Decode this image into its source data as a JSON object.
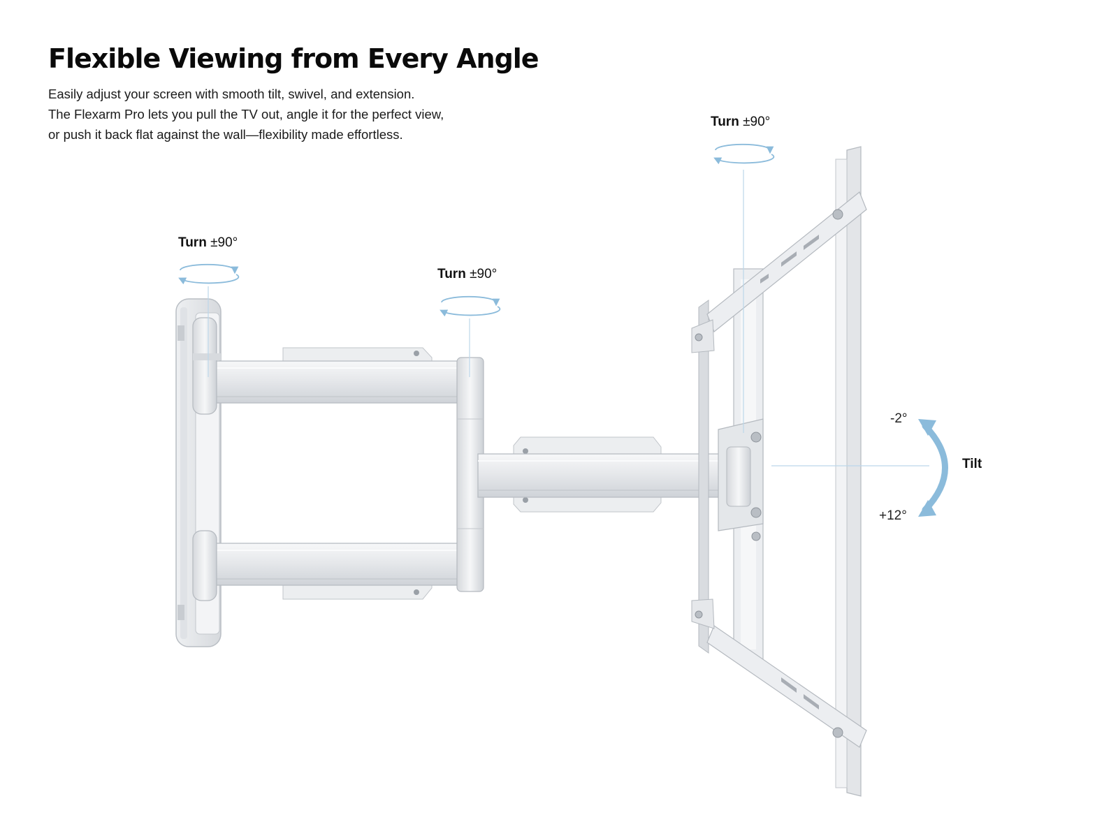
{
  "header": {
    "title": "Flexible Viewing from Every Angle",
    "body_lines": [
      "Easily adjust your screen with smooth tilt, swivel, and extension.",
      "The Flexarm Pro lets you pull the TV out, angle it for the perfect view,",
      "or push it back flat against the wall—flexibility made effortless."
    ]
  },
  "callouts": {
    "turn_wall": {
      "bold": "Turn",
      "value": "±90°"
    },
    "turn_elbow": {
      "bold": "Turn",
      "value": "±90°"
    },
    "turn_head": {
      "bold": "Turn",
      "value": "±90°"
    },
    "tilt": {
      "label": "Tilt",
      "up": "-2°",
      "down": "+12°"
    }
  },
  "colors": {
    "accent": "#8bbbdb",
    "metal": "#e9ebee",
    "metal_shadow": "#c9cdd3",
    "outline": "#b4b9c0"
  },
  "icons": [
    "rotate-arrows-icon",
    "tilt-arrow-icon"
  ]
}
